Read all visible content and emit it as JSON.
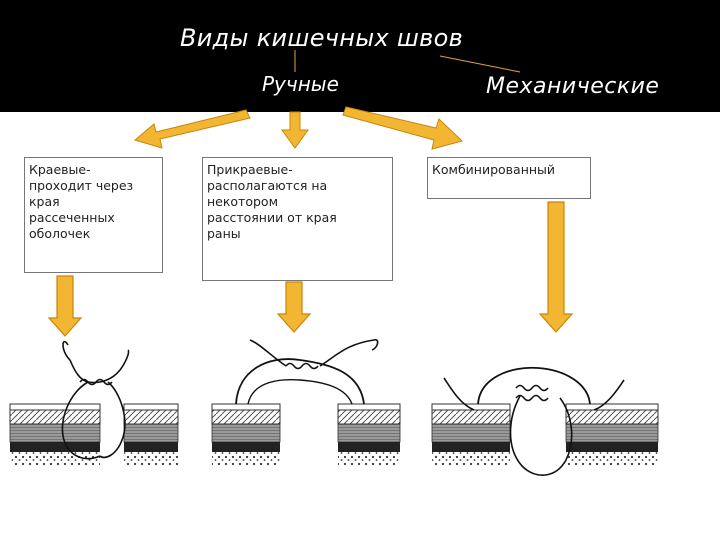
{
  "title": "Виды кишечных швов",
  "categories": {
    "manual": "Ручные",
    "mechanical": "Механические"
  },
  "boxes": [
    {
      "lines": [
        "Краевые-",
        "проходит через",
        "края",
        "рассеченных",
        "оболочек"
      ]
    },
    {
      "lines": [
        "Прикраевые-",
        "располагаются на",
        "некотором",
        "расстоянии от края",
        "раны"
      ]
    },
    {
      "lines": [
        "Комбинированный"
      ]
    }
  ],
  "colors": {
    "header_bg": "#000000",
    "arrow_fill": "#f2b632",
    "arrow_stroke": "#c8860a",
    "connector": "#e8a23a"
  }
}
